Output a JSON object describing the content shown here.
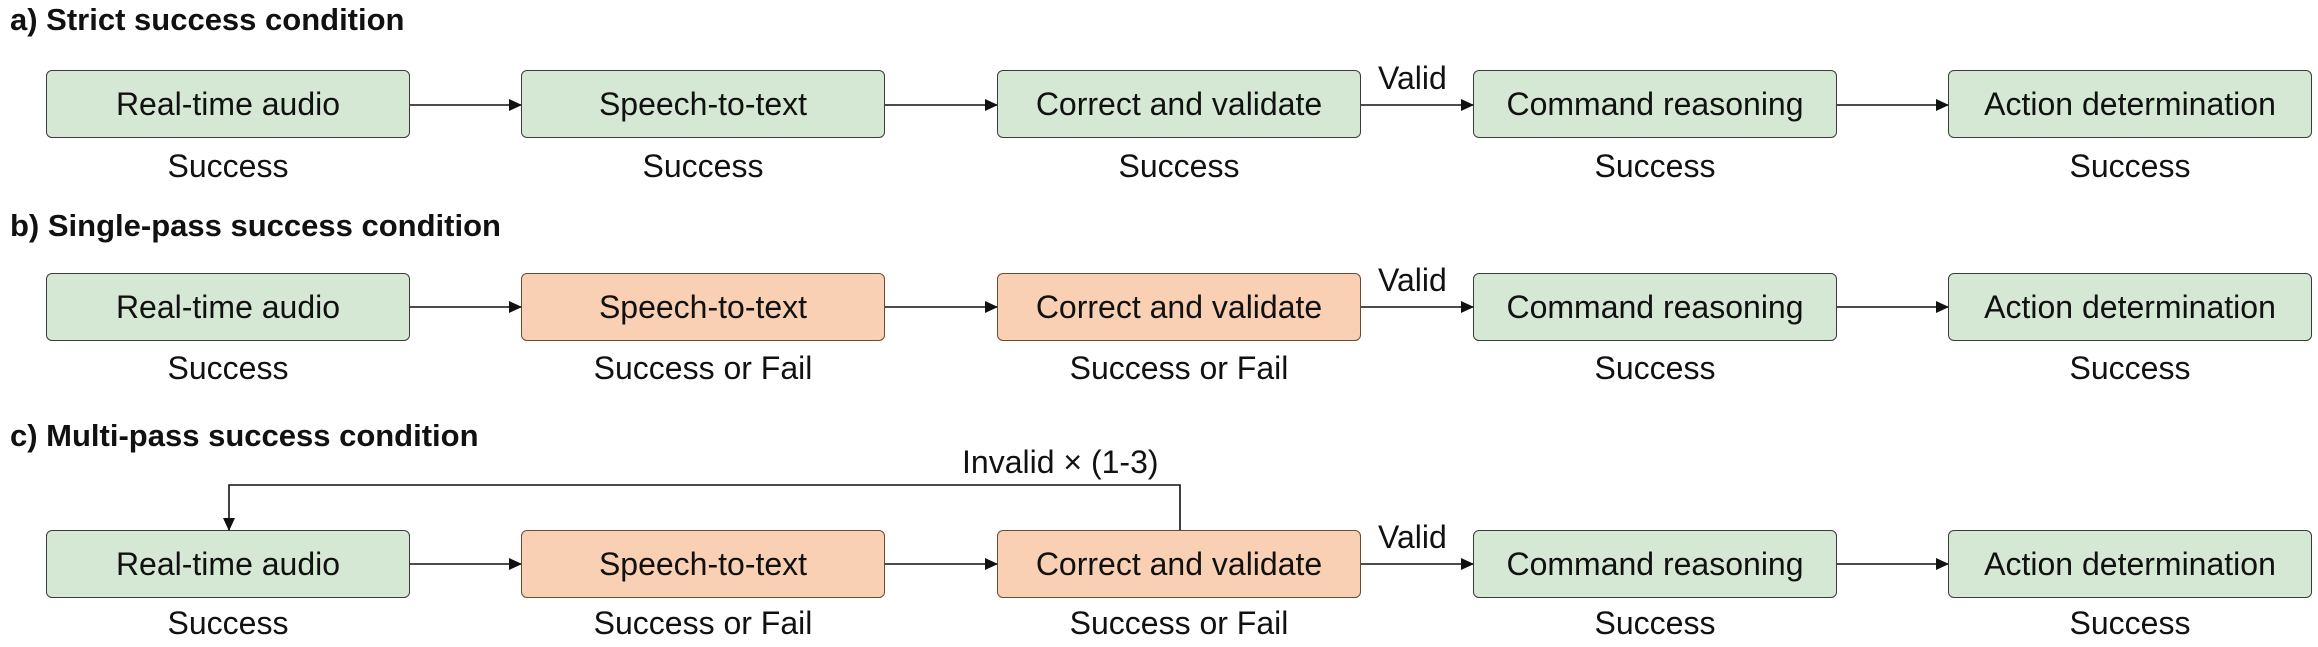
{
  "colors": {
    "success_fill": "#d5e8d4",
    "variable_fill": "#f9d0b4",
    "stroke": "#3c3c3c"
  },
  "rows": [
    {
      "title": "a) Strict success condition",
      "stages": [
        {
          "label": "Real-time audio",
          "status": "Success",
          "state": "success"
        },
        {
          "label": "Speech-to-text",
          "status": "Success",
          "state": "success"
        },
        {
          "label": "Correct and validate",
          "status": "Success",
          "state": "success"
        },
        {
          "label": "Command reasoning",
          "status": "Success",
          "state": "success"
        },
        {
          "label": "Action determination",
          "status": "Success",
          "state": "success"
        }
      ],
      "valid_label": "Valid"
    },
    {
      "title": "b) Single-pass success condition",
      "stages": [
        {
          "label": "Real-time audio",
          "status": "Success",
          "state": "success"
        },
        {
          "label": "Speech-to-text",
          "status": "Success or Fail",
          "state": "variable"
        },
        {
          "label": "Correct and validate",
          "status": "Success or Fail",
          "state": "variable"
        },
        {
          "label": "Command reasoning",
          "status": "Success",
          "state": "success"
        },
        {
          "label": "Action determination",
          "status": "Success",
          "state": "success"
        }
      ],
      "valid_label": "Valid"
    },
    {
      "title": "c) Multi-pass success condition",
      "stages": [
        {
          "label": "Real-time audio",
          "status": "Success",
          "state": "success"
        },
        {
          "label": "Speech-to-text",
          "status": "Success or Fail",
          "state": "variable"
        },
        {
          "label": "Correct and validate",
          "status": "Success or Fail",
          "state": "variable"
        },
        {
          "label": "Command reasoning",
          "status": "Success",
          "state": "success"
        },
        {
          "label": "Action determination",
          "status": "Success",
          "state": "success"
        }
      ],
      "valid_label": "Valid",
      "loop_label": "Invalid × (1-3)"
    }
  ]
}
